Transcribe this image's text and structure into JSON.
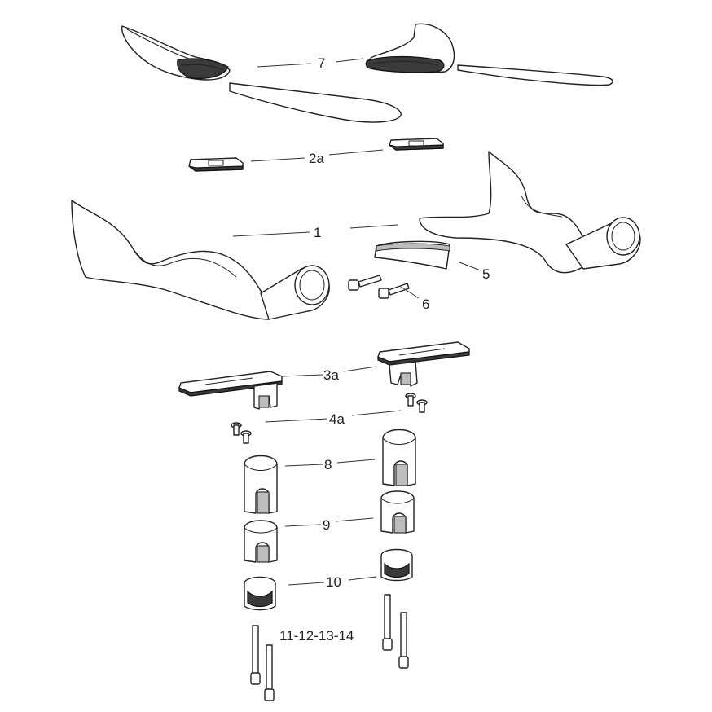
{
  "diagram": {
    "callouts": {
      "c7": "7",
      "c2a": "2a",
      "c1": "1",
      "c5": "5",
      "c6": "6",
      "c3a": "3a",
      "c4a": "4a",
      "c8": "8",
      "c9": "9",
      "c10": "10",
      "c11": "11-12-13-14"
    }
  }
}
